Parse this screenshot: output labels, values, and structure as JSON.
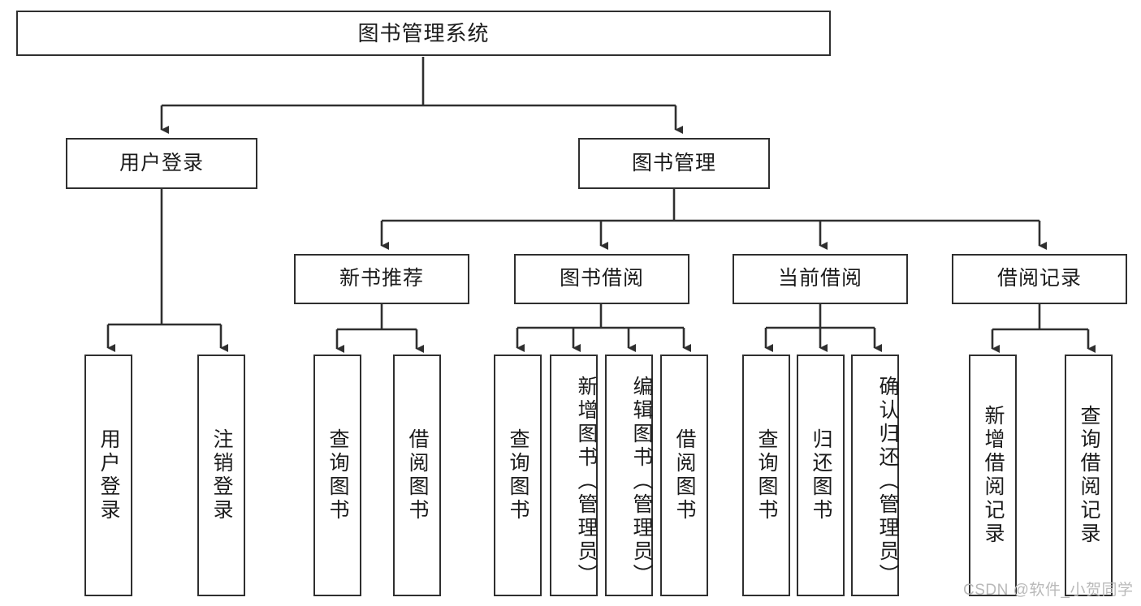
{
  "diagram": {
    "title": "图书管理系统",
    "type": "tree-hierarchy",
    "watermark": "CSDN @软件_小贺同学",
    "colors": {
      "box_border": "#2f2f2f",
      "box_fill": "#ffffff",
      "edge": "#2f2f2f",
      "text": "#1b1b1b",
      "watermark": "#b9b9b9"
    },
    "root": {
      "label": "图书管理系统"
    },
    "level2": [
      {
        "label": "用户登录"
      },
      {
        "label": "图书管理"
      }
    ],
    "level3": [
      {
        "label": "新书推荐"
      },
      {
        "label": "图书借阅"
      },
      {
        "label": "当前借阅"
      },
      {
        "label": "借阅记录"
      }
    ],
    "leaves": {
      "user_login": [
        {
          "label": "用户登录"
        },
        {
          "label": "注销登录"
        }
      ],
      "new_book": [
        {
          "label": "查询图书"
        },
        {
          "label": "借阅图书"
        }
      ],
      "book_borrow": [
        {
          "label": "查询图书"
        },
        {
          "label": "新增图书（管理员）"
        },
        {
          "label": "编辑图书（管理员）"
        },
        {
          "label": "借阅图书"
        }
      ],
      "current_borrow": [
        {
          "label": "查询图书"
        },
        {
          "label": "归还图书"
        },
        {
          "label": "确认归还（管理员）"
        }
      ],
      "borrow_record": [
        {
          "label": "新增借阅记录"
        },
        {
          "label": "查询借阅记录"
        }
      ]
    }
  }
}
